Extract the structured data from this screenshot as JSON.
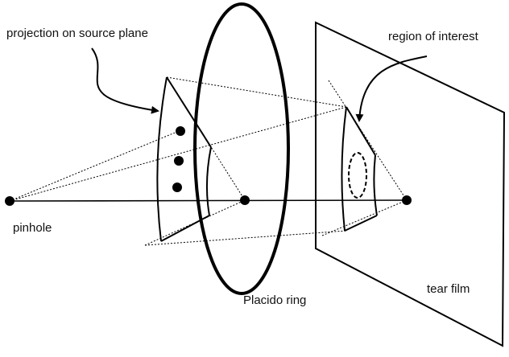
{
  "labels": {
    "projection": "projection on source plane",
    "region_of_interest": "region of interest",
    "pinhole": "pinhole",
    "placido_ring": "Placido ring",
    "tear_film": "tear film"
  },
  "colors": {
    "ink": "#000000",
    "background": "#ffffff"
  }
}
